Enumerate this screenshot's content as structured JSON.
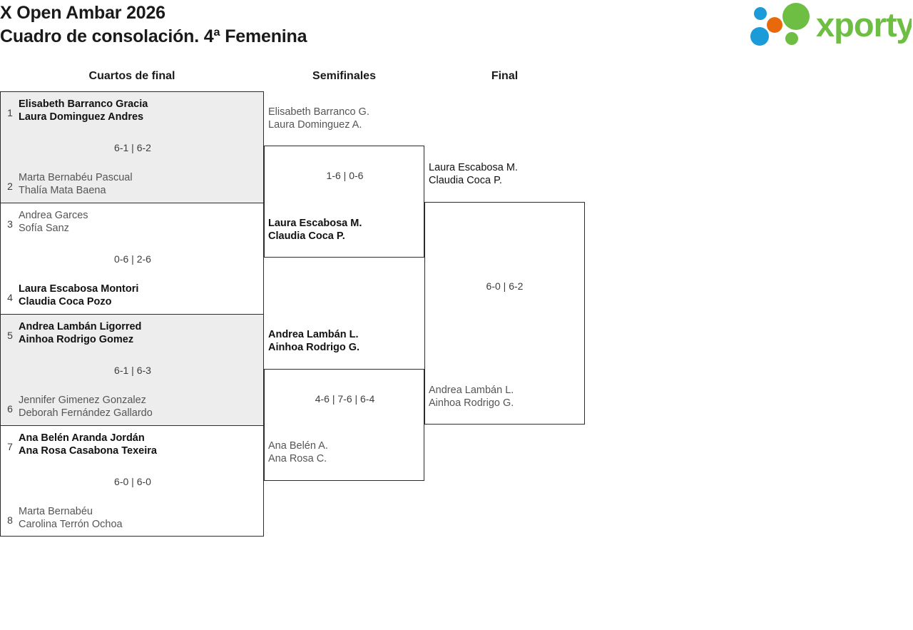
{
  "header": {
    "tournament": "X Open Ambar 2026",
    "draw": "Cuadro de consolación. 4ª Femenina",
    "logo": {
      "name": "xporty-logo",
      "wordmark": "xporty",
      "colors": {
        "green": "#6EBE44",
        "orange": "#E8690B",
        "blue": "#1B9BD8"
      }
    }
  },
  "columns": {
    "quarterfinals": "Cuartos de final",
    "semifinals": "Semifinales",
    "final": "Final"
  },
  "colors": {
    "row_shaded": "#ededed",
    "row_plain": "#ffffff",
    "border": "#2b2b2b",
    "winner_text": "#111111",
    "loser_text": "#555555",
    "score_text": "#3d3d3d"
  },
  "quarterfinals": [
    {
      "seed_top": "1",
      "top_p1": "Elisabeth Barranco Gracia",
      "top_p2": "Laura Dominguez Andres",
      "top_winner": true,
      "score": "6-1 | 6-2",
      "seed_bottom": "2",
      "bottom_p1": "Marta Bernabéu Pascual",
      "bottom_p2": "Thalía Mata Baena",
      "bottom_winner": false
    },
    {
      "seed_top": "3",
      "top_p1": "Andrea Garces",
      "top_p2": "Sofía Sanz",
      "top_winner": false,
      "score": "0-6 | 2-6",
      "seed_bottom": "4",
      "bottom_p1": "Laura Escabosa Montori",
      "bottom_p2": "Claudia Coca Pozo",
      "bottom_winner": true
    },
    {
      "seed_top": "5",
      "top_p1": "Andrea Lambán Ligorred",
      "top_p2": "Ainhoa Rodrigo Gomez",
      "top_winner": true,
      "score": "6-1 | 6-3",
      "seed_bottom": "6",
      "bottom_p1": "Jennifer Gimenez Gonzalez",
      "bottom_p2": "Deborah Fernández Gallardo",
      "bottom_winner": false
    },
    {
      "seed_top": "7",
      "top_p1": "Ana Belén Aranda Jordán",
      "top_p2": "Ana Rosa Casabona Texeira",
      "top_winner": true,
      "score": "6-0 | 6-0",
      "seed_bottom": "8",
      "bottom_p1": "Marta Bernabéu",
      "bottom_p2": "Carolina Terrón Ochoa",
      "bottom_winner": false
    }
  ],
  "semifinals": [
    {
      "top_p1": "Elisabeth Barranco G.",
      "top_p2": "Laura Dominguez A.",
      "top_winner": false,
      "score": "1-6 | 0-6",
      "bottom_p1": "Laura Escabosa M.",
      "bottom_p2": "Claudia Coca P.",
      "bottom_winner": true
    },
    {
      "top_p1": "Andrea Lambán L.",
      "top_p2": "Ainhoa Rodrigo G.",
      "top_winner": true,
      "score": "4-6 | 7-6 | 6-4",
      "bottom_p1": "Ana Belén A.",
      "bottom_p2": "Ana Rosa C.",
      "bottom_winner": false
    }
  ],
  "final": {
    "top_p1": "Laura Escabosa M.",
    "top_p2": "Claudia Coca P.",
    "top_winner": true,
    "score": "6-0 | 6-2",
    "bottom_p1": "Andrea Lambán L.",
    "bottom_p2": "Ainhoa Rodrigo G.",
    "bottom_winner": false
  }
}
